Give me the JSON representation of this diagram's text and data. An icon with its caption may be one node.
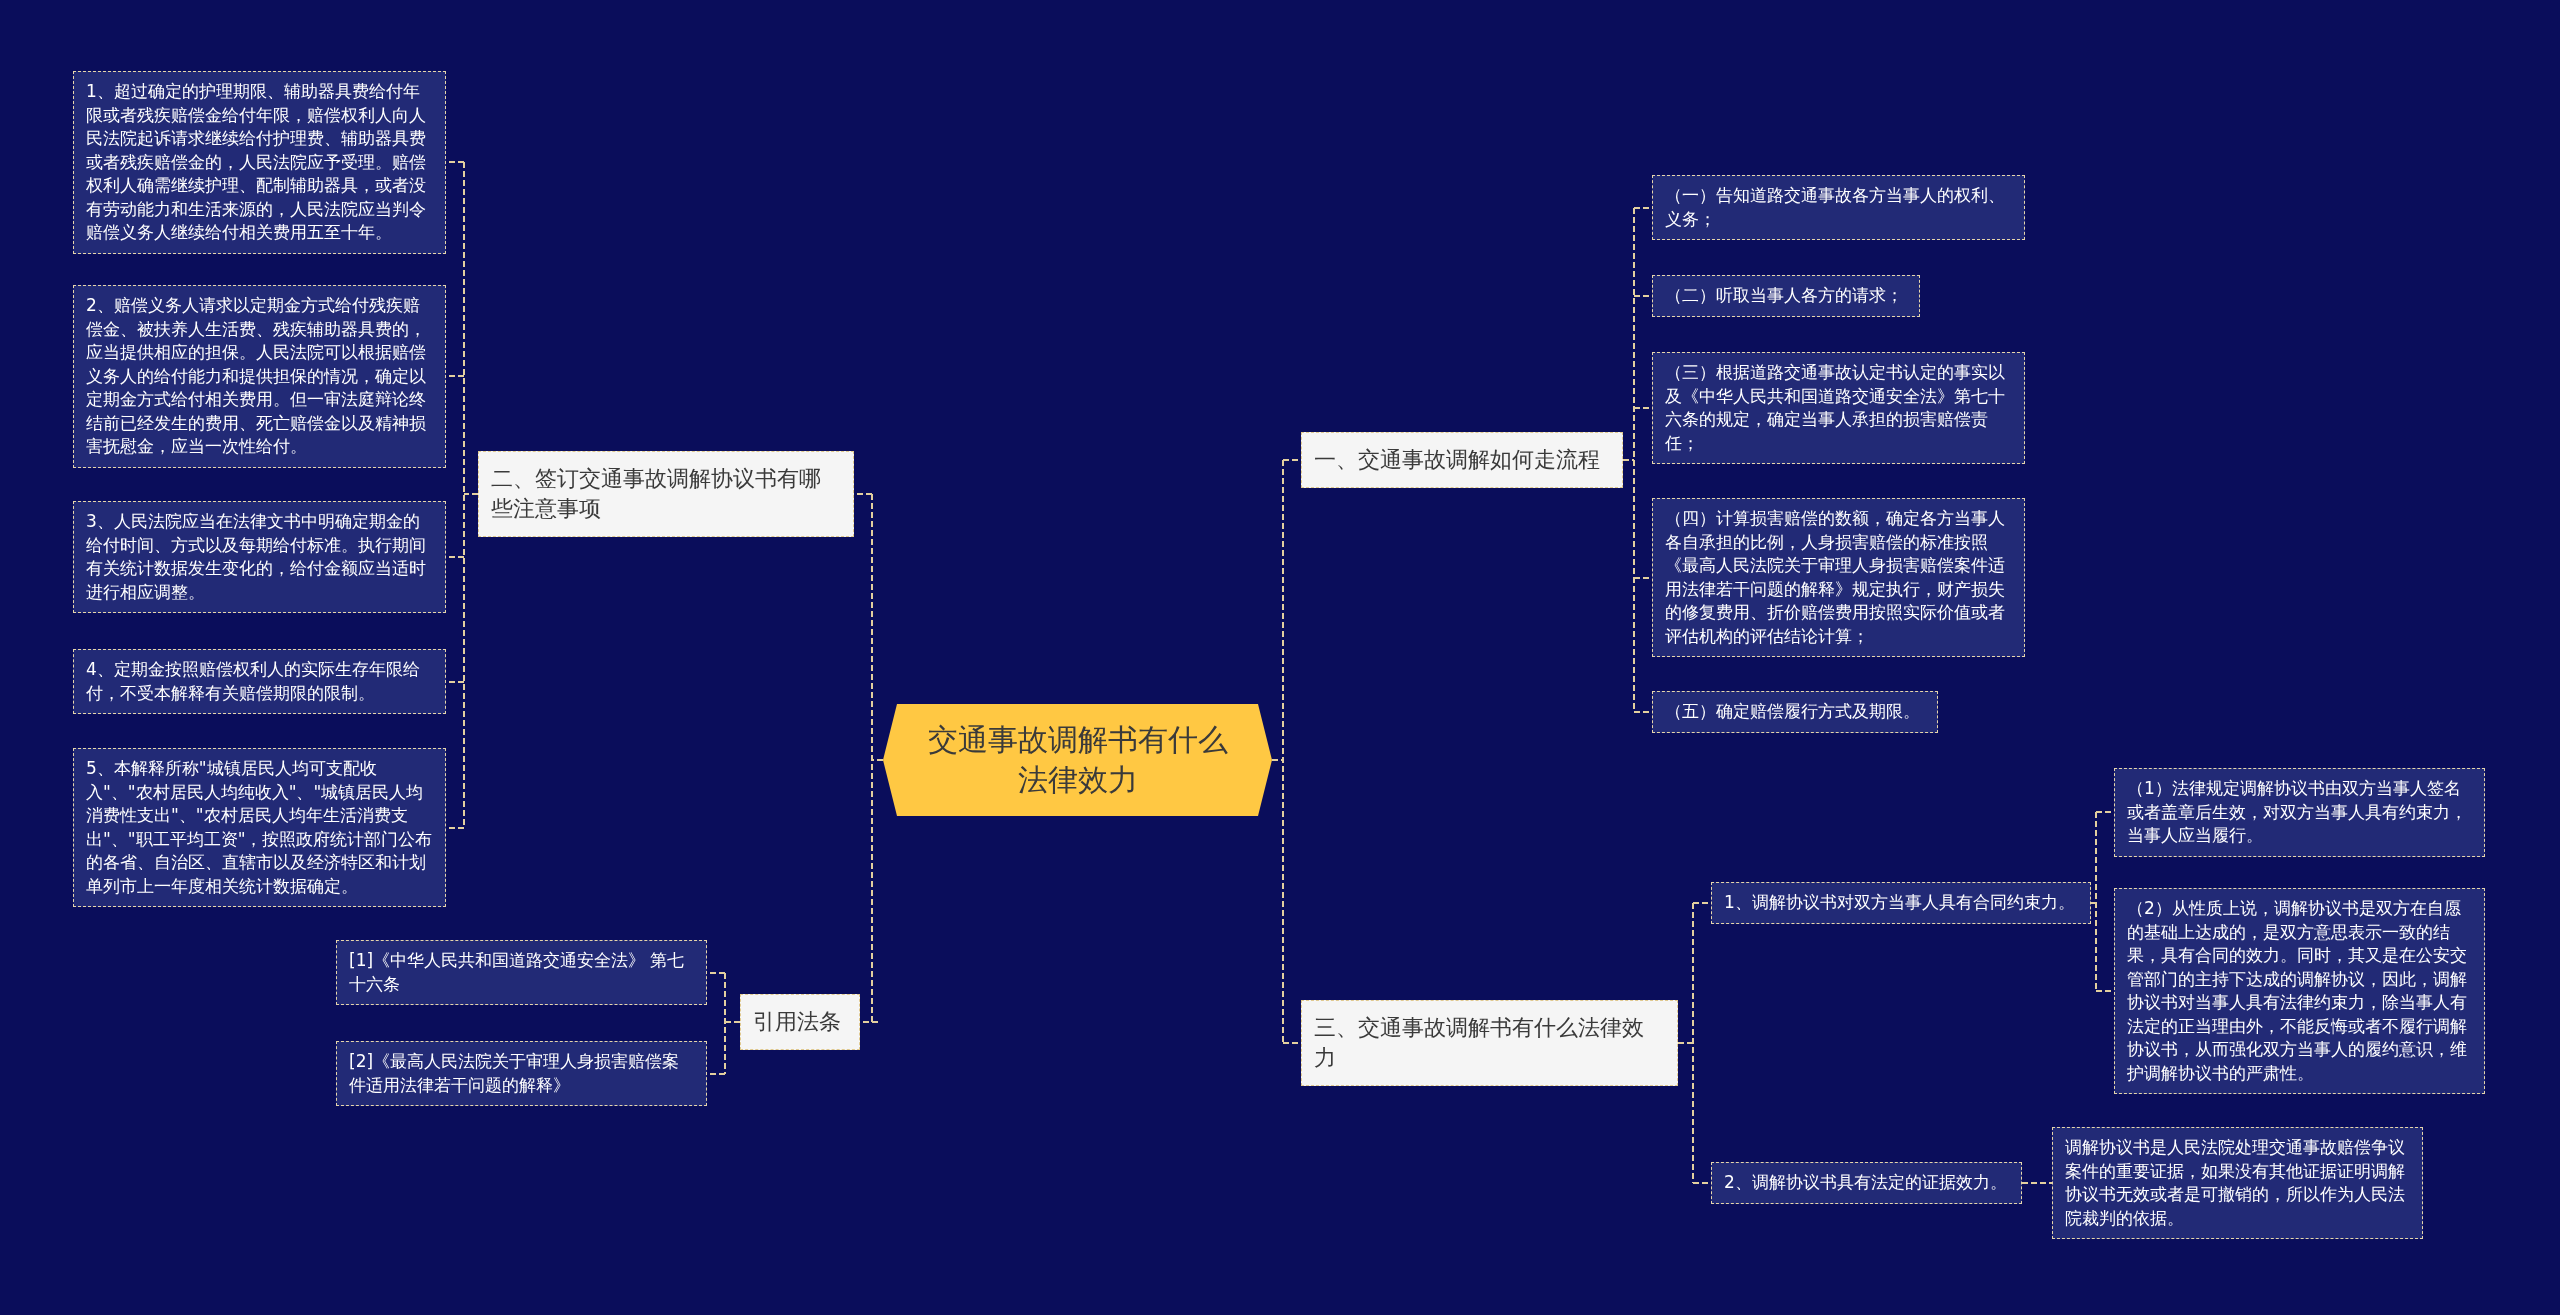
{
  "diagram": {
    "nodes": [
      {
        "text": [
          "交通事故调解书有什么法律效力"
        ]
      },
      {
        "text": [
          "一、交通事故调解如何走流程"
        ]
      },
      {
        "text": [
          "（一）告知道路交通事故各方当事人的权利、义务；"
        ]
      },
      {
        "text": [
          "（二）听取当事人各方的请求；"
        ]
      },
      {
        "text": [
          "（三）根据道路交通事故认定书认定的事实以及《中华人民共和国道路交通安全法》第七十六条的规定，确定当事人承担的损害赔偿责任；"
        ]
      },
      {
        "text": [
          "（四）计算损害赔偿的数额，确定各方当事人各自承担的比例，人身损害赔偿的标准按照《最高人民法院关于审理人身损害赔偿案件适用法律若干问题的解释》规定执行，财产损失的修复费用、折价赔偿费用按照实际价值或者评估机构的评估结论计算；"
        ]
      },
      {
        "text": [
          "（五）确定赔偿履行方式及期限。"
        ]
      },
      {
        "text": [
          "二、签订交通事故调解协议书有哪些注意事项"
        ]
      },
      {
        "text": [
          "1、超过确定的护理期限、辅助器具费给付年限或者残疾赔偿金给付年限，赔偿权利人向人民法院起诉请求继续给付护理费、辅助器具费或者残疾赔偿金的，人民法院应予受理。赔偿权利人确需继续护理、配制辅助器具，或者没有劳动能力和生活来源的，人民法院应当判令赔偿义务人继续给付相关费用五至十年。"
        ]
      },
      {
        "text": [
          "2、赔偿义务人请求以定期金方式给付残疾赔偿金、被扶养人生活费、残疾辅助器具费的，应当提供相应的担保。人民法院可以根据赔偿义务人的给付能力和提供担保的情况，确定以定期金方式给付相关费用。但一审法庭辩论终结前已经发生的费用、死亡赔偿金以及精神损害抚慰金，应当一次性给付。"
        ]
      },
      {
        "text": [
          "3、人民法院应当在法律文书中明确定期金的给付时间、方式以及每期给付标准。执行期间有关统计数据发生变化的，给付金额应当适时进行相应调整。"
        ]
      },
      {
        "text": [
          "4、定期金按照赔偿权利人的实际生存年限给付，不受本解释有关赔偿期限的限制。"
        ]
      },
      {
        "text": [
          "5、本解释所称\"城镇居民人均可支配收入\"、\"农村居民人均纯收入\"、\"城镇居民人均消费性支出\"、\"农村居民人均年生活消费支出\"、\"职工平均工资\"，按照政府统计部门公布的各省、自治区、直辖市以及经济特区和计划单列市上一年度相关统计数据确定。"
        ]
      },
      {
        "text": [
          "三、交通事故调解书有什么法律效力"
        ]
      },
      {
        "text": [
          "1、调解协议书对双方当事人具有合同约束力。"
        ]
      },
      {
        "text": [
          "（1）法律规定调解协议书由双方当事人签名或者盖章后生效，对双方当事人具有约束力，当事人应当履行。"
        ]
      },
      {
        "text": [
          "（2）从性质上说，调解协议书是双方在自愿的基础上达成的，是双方意思表示一致的结果，具有合同的效力。同时，其又是在公安交管部门的主持下达成的调解协议，因此，调解协议书对当事人具有法律约束力，除当事人有法定的正当理由外，不能反悔或者不履行调解协议书，从而强化双方当事人的履约意识，维护调解协议书的严肃性。"
        ]
      },
      {
        "text": [
          "2、调解协议书具有法定的证据效力。"
        ]
      },
      {
        "text": [
          "调解协议书是人民法院处理交通事故赔偿争议案件的重要证据，如果没有其他证据证明调解协议书无效或者是可撤销的，所以作为人民法院裁判的依据。"
        ]
      },
      {
        "text": [
          "引用法条"
        ]
      },
      {
        "text": [
          "[1]《中华人民共和国道路交通安全法》 第七十六条"
        ]
      },
      {
        "text": [
          "[2]《最高人民法院关于审理人身损害赔偿案件适用法律若干问题的解释》"
        ]
      }
    ],
    "edges": [
      {
        "from": 0,
        "to": 1,
        "arrow": "none"
      },
      {
        "from": 1,
        "to": 2,
        "arrow": "none"
      },
      {
        "from": 1,
        "to": 3,
        "arrow": "none"
      },
      {
        "from": 1,
        "to": 4,
        "arrow": "none"
      },
      {
        "from": 1,
        "to": 5,
        "arrow": "none"
      },
      {
        "from": 1,
        "to": 6,
        "arrow": "none"
      },
      {
        "from": 0,
        "to": 7,
        "arrow": "none"
      },
      {
        "from": 7,
        "to": 8,
        "arrow": "none"
      },
      {
        "from": 7,
        "to": 9,
        "arrow": "none"
      },
      {
        "from": 7,
        "to": 10,
        "arrow": "none"
      },
      {
        "from": 7,
        "to": 11,
        "arrow": "none"
      },
      {
        "from": 7,
        "to": 12,
        "arrow": "none"
      },
      {
        "from": 0,
        "to": 13,
        "arrow": "none"
      },
      {
        "from": 13,
        "to": 14,
        "arrow": "none"
      },
      {
        "from": 14,
        "to": 15,
        "arrow": "none"
      },
      {
        "from": 14,
        "to": 16,
        "arrow": "none"
      },
      {
        "from": 13,
        "to": 17,
        "arrow": "none"
      },
      {
        "from": 17,
        "to": 18,
        "arrow": "none"
      },
      {
        "from": 0,
        "to": 19,
        "arrow": "none"
      },
      {
        "from": 19,
        "to": 20,
        "arrow": "none"
      },
      {
        "from": 19,
        "to": 21,
        "arrow": "none"
      }
    ]
  }
}
